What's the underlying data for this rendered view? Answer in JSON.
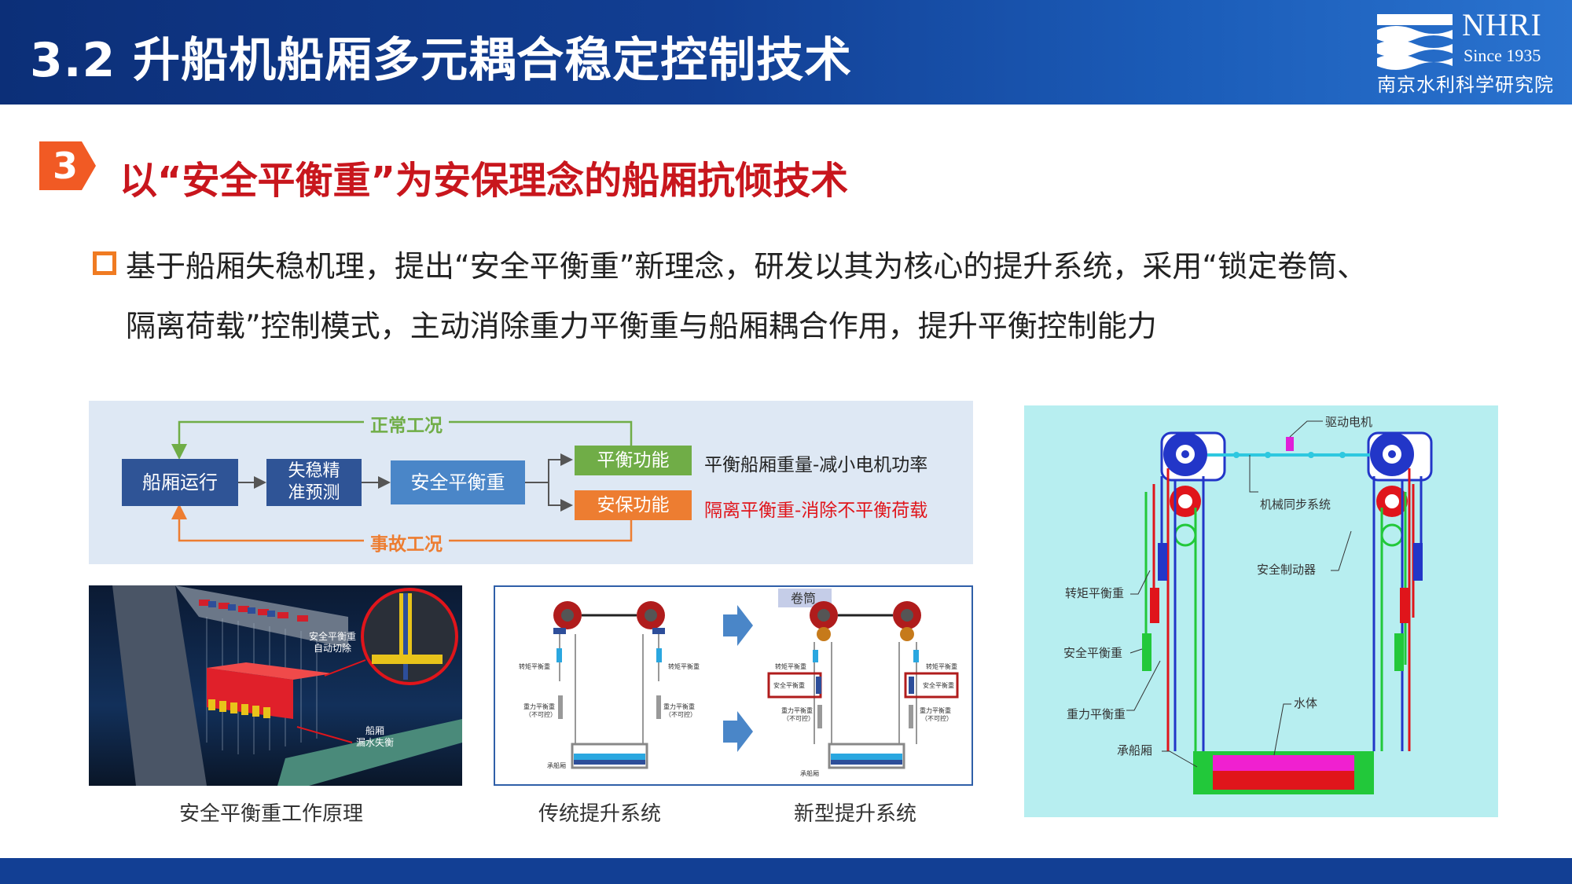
{
  "header": {
    "title": "3.2  升船机船厢多元耦合稳定控制技术",
    "logo_en": "NHRI",
    "logo_since": "Since 1935",
    "logo_cn": "南京水利科学研究院"
  },
  "section": {
    "number": "3",
    "title": "以“安全平衡重”为安保理念的船厢抗倾技术"
  },
  "bullet": {
    "line1": "基于船厢失稳机理，提出“安全平衡重”新理念，研发以其为核心的提升系统，采用“锁定卷筒、",
    "line2": "隔离荷载”控制模式，主动消除重力平衡重与船厢耦合作用，提升平衡控制能力"
  },
  "flow": {
    "normal_label": "正常工况",
    "accident_label": "事故工况",
    "box_run": "船厢运行",
    "box_predict_1": "失稳精",
    "box_predict_2": "准预测",
    "box_safety": "安全平衡重",
    "box_balance": "平衡功能",
    "box_protect": "安保功能",
    "desc_balance": "平衡船厢重量-减小电机功率",
    "desc_protect": "隔离平衡重-消除不平衡荷载",
    "colors": {
      "blue": "#2f5496",
      "mid_blue": "#4a86c8",
      "green": "#70ad47",
      "orange": "#ed7d31",
      "red": "#e0151b"
    }
  },
  "photo": {
    "label_cutoff_1": "安全平衡重",
    "label_cutoff_2": "自动切除",
    "label_leak_1": "船厢",
    "label_leak_2": "漏水失衡",
    "caption": "安全平衡重工作原理"
  },
  "systems": {
    "drum_label": "卷筒",
    "torque_cw": "转矩平衡重",
    "safety_cw": "安全平衡重",
    "gravity_cw": "重力平衡重",
    "uncontrolled": "（不可控）",
    "chamber": "承船厢",
    "caption_old": "传统提升系统",
    "caption_new": "新型提升系统"
  },
  "ship": {
    "motor": "驱动电机",
    "sync": "机械同步系统",
    "brake": "安全制动器",
    "torque_cw": "转矩平衡重",
    "safety_cw": "安全平衡重",
    "gravity_cw": "重力平衡重",
    "water": "水体",
    "chamber": "承船厢"
  }
}
